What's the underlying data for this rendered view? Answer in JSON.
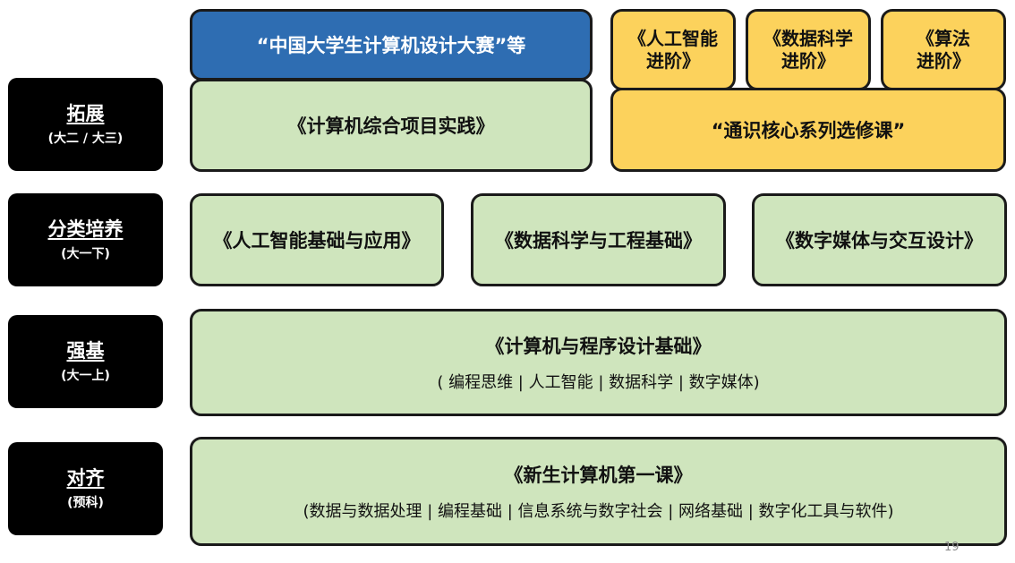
{
  "levels": {
    "tuozhan": {
      "title": "拓展",
      "sub": "(大二 / 大三)"
    },
    "fenlei": {
      "title": "分类培养",
      "sub": "(大一下)"
    },
    "qiangji": {
      "title": "强基",
      "sub": "(大一上)"
    },
    "duiqi": {
      "title": "对齐",
      "sub": "(预科)"
    }
  },
  "expand": {
    "contest": "“中国大学生计算机设计大赛”等",
    "project": "《计算机综合项目实践》",
    "advanced": [
      {
        "line1": "《人工智能",
        "line2": "进阶》"
      },
      {
        "line1": "《数据科学",
        "line2": "进阶》"
      },
      {
        "line1": "《算法",
        "line2": "进阶》"
      }
    ],
    "general": "“通识核心系列选修课”"
  },
  "classified": [
    "《人工智能基础与应用》",
    "《数据科学与工程基础》",
    "《数字媒体与交互设计》"
  ],
  "foundation": {
    "title": "《计算机与程序设计基础》",
    "sub": "( 编程思维 | 人工智能 | 数据科学 | 数字媒体)"
  },
  "align": {
    "title": "《新生计算机第一课》",
    "sub": "(数据与数据处理 | 编程基础 | 信息系统与数字社会 | 网络基础 | 数字化工具与软件)"
  },
  "page_number": "19",
  "colors": {
    "green": "#cfe5bd",
    "yellow": "#fcd25c",
    "blue": "#2e6db2",
    "label": "#000000"
  }
}
